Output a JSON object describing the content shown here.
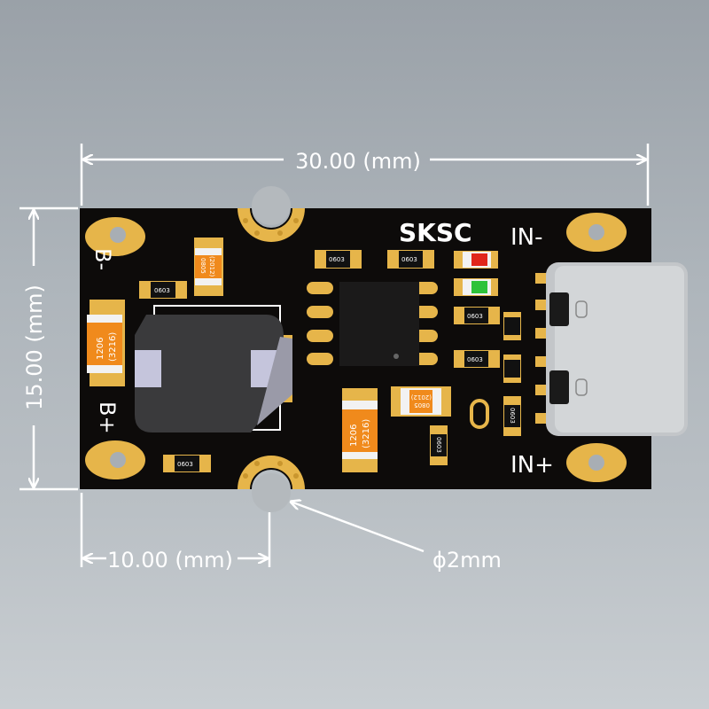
{
  "dimensions": {
    "width_label": "30.00 (mm)",
    "height_label": "15.00 (mm)",
    "hole_offset_label": "10.00 (mm)",
    "hole_diameter_label": "ϕ2mm"
  },
  "board": {
    "brand": "SKSC",
    "pad_labels": {
      "b_minus": "B-",
      "b_plus": "B+",
      "in_minus": "IN-",
      "in_plus": "IN+"
    },
    "component_labels": {
      "r1206_size": "1206",
      "r1206_metric": "(3216)",
      "c0603": "0603",
      "c0805": "0805",
      "c0805_metric": "(2012)"
    }
  },
  "colors": {
    "pcb": "#0d0b0a",
    "gold": "#e6b54a",
    "orange": "#f08a1c",
    "led_red": "#e0261b",
    "led_green": "#2ec23a"
  }
}
